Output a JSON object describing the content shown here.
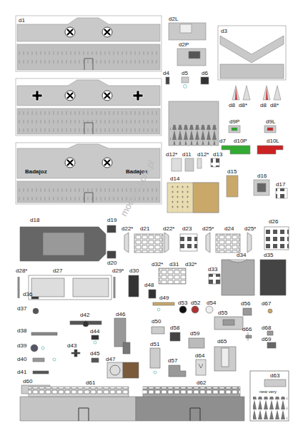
{
  "diagram": {
    "labels": [
      "d1",
      "Badajoz",
      "Badajoz",
      "d2L",
      "d2P",
      "d3",
      "d4",
      "d5",
      "d6",
      "d8",
      "d8*",
      "d8",
      "d8*",
      "d9P",
      "d9L",
      "d7",
      "d10P",
      "d10L",
      "d12*",
      "d11",
      "d12*",
      "d13",
      "d14",
      "d15",
      "d16",
      "d17",
      "d18",
      "d19",
      "d20",
      "d22*",
      "d21",
      "d22*",
      "d23",
      "d25*",
      "d24",
      "d25*",
      "d26",
      "d28*",
      "d27",
      "d29*",
      "d30",
      "d32*",
      "d31",
      "d32*",
      "d33",
      "d34",
      "d35",
      "d48",
      "d36",
      "d42",
      "d46",
      "d49",
      "d53",
      "d52",
      "d54",
      "d56",
      "d67",
      "d37",
      "d50",
      "d55",
      "d38",
      "d44",
      "d58",
      "d66",
      "d68",
      "d59",
      "d69",
      "d65",
      "d51",
      "d39",
      "d43",
      "d45",
      "d64",
      "d40",
      "d47",
      "d57",
      "d41",
      "d60",
      "d63",
      "d61",
      "d62",
      "new very",
      "modelik.com.pl"
    ]
  }
}
